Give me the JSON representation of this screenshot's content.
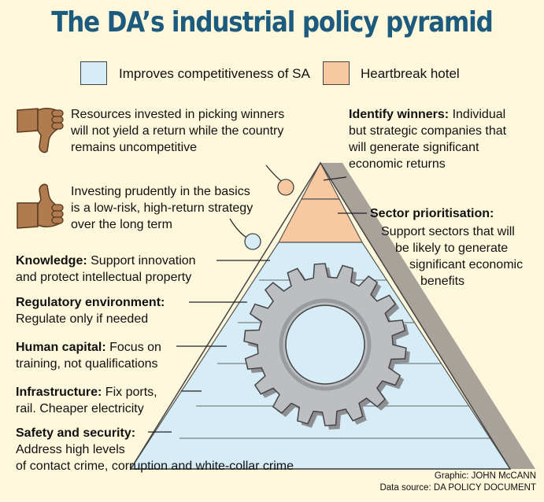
{
  "title": "The DA’s industrial policy pyramid",
  "legend": [
    {
      "label": "Improves competitiveness of SA",
      "color": "#d6ecf7"
    },
    {
      "label": "Heartbreak hotel",
      "color": "#f8c9a1"
    }
  ],
  "thumbs": [
    {
      "icon": "thumbs-down-icon",
      "text": [
        "Resources invested in picking winners",
        "will not yield a return while the country",
        "remains uncompetitive"
      ]
    },
    {
      "icon": "thumbs-up-icon",
      "text": [
        "Investing prudently in the basics",
        "is a low-risk, high-return strategy",
        "over the long term"
      ]
    }
  ],
  "top_tiers": [
    {
      "label": "Identify winners:",
      "desc_first": " Individual",
      "desc": [
        "but strategic companies that",
        "will generate significant",
        "economic returns"
      ]
    },
    {
      "label": "Sector prioritisation:",
      "desc": [
        "Support sectors that will",
        "be likely to generate",
        "significant economic",
        "benefits"
      ]
    }
  ],
  "basic_tiers": [
    {
      "label": "Knowledge:",
      "desc_first": " Support innovation",
      "desc": [
        "and protect intellectual property"
      ]
    },
    {
      "label": "Regulatory environment:",
      "desc_first": "",
      "desc": [
        "Regulate only if needed"
      ]
    },
    {
      "label": "Human capital:",
      "desc_first": " Focus on",
      "desc": [
        "training, not qualifications"
      ]
    },
    {
      "label": "Infrastructure:",
      "desc_first": " Fix ports,",
      "desc": [
        "rail. Cheaper electricity"
      ]
    },
    {
      "label": "Safety and security:",
      "desc_first": "",
      "desc": [
        "Address high levels",
        "of contact crime, corruption and white-collar crime"
      ]
    }
  ],
  "credits": [
    "Graphic: JOHN McCANN",
    "Data source: DA POLICY DOCUMENT"
  ],
  "colors": {
    "title": "#1c5a7e",
    "blue_tier": "#d6ecf7",
    "orange_tier": "#f8c9a1",
    "gear": "#bdbec2",
    "shadow": "#a8a29a",
    "thumb": "#b07c4f"
  }
}
